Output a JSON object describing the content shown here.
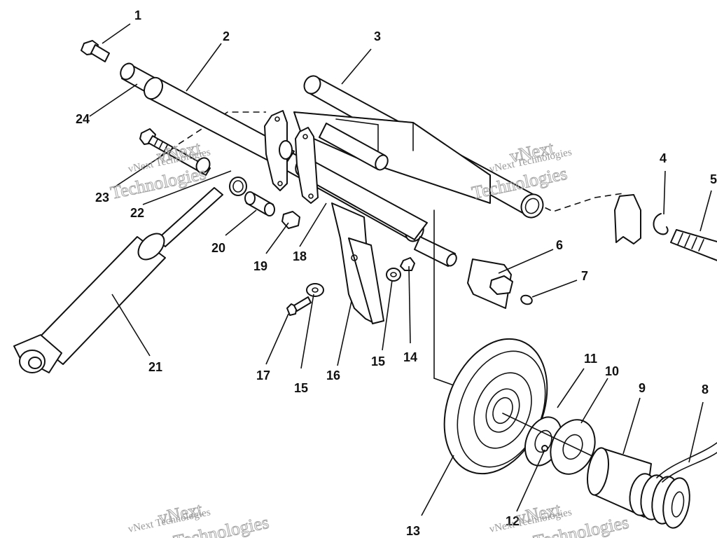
{
  "callouts": [
    "1",
    "2",
    "3",
    "4",
    "5",
    "6",
    "7",
    "8",
    "9",
    "10",
    "11",
    "12",
    "13",
    "14",
    "15",
    "15",
    "16",
    "17",
    "18",
    "19",
    "20",
    "21",
    "22",
    "23",
    "24"
  ],
  "watermark": {
    "company": "vNext Technologies",
    "brand_top": "vNext",
    "brand_bottom": "Technologies"
  }
}
